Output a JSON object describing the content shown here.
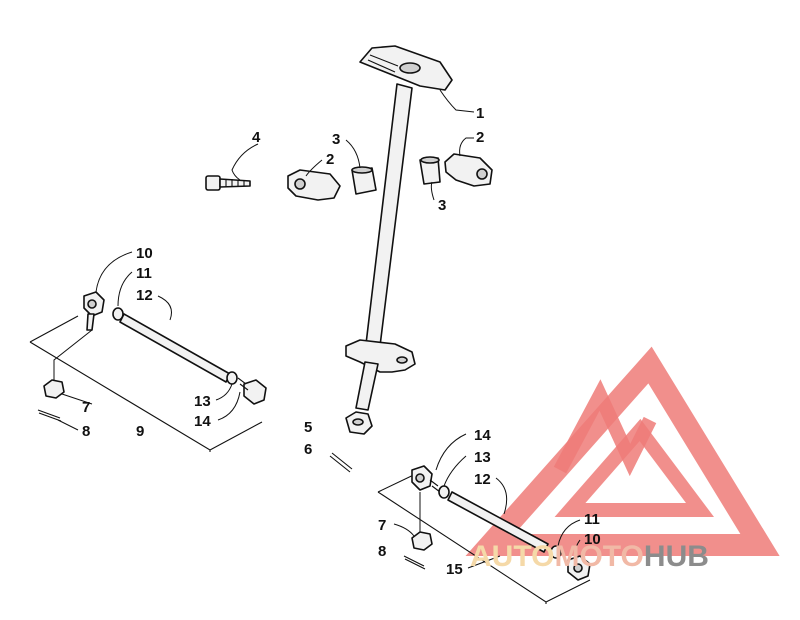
{
  "watermark": {
    "part_a": "AUTO",
    "part_b": "MOTO",
    "part_c": "HUB",
    "color_a": "#f5d9a8",
    "color_b": "#f1b9a6",
    "color_c": "#8c8c8c",
    "logo_color": "#ee7b78"
  },
  "callouts": {
    "c1": "1",
    "c2a": "2",
    "c2b": "2",
    "c3a": "3",
    "c3b": "3",
    "c4": "4",
    "c5": "5",
    "c6": "6",
    "c7a": "7",
    "c7b": "7",
    "c8a": "8",
    "c8b": "8",
    "c9": "9",
    "c10a": "10",
    "c10b": "10",
    "c11a": "11",
    "c11b": "11",
    "c12a": "12",
    "c12b": "12",
    "c13a": "13",
    "c13b": "13",
    "c14a": "14",
    "c14b": "14",
    "c15": "15"
  }
}
